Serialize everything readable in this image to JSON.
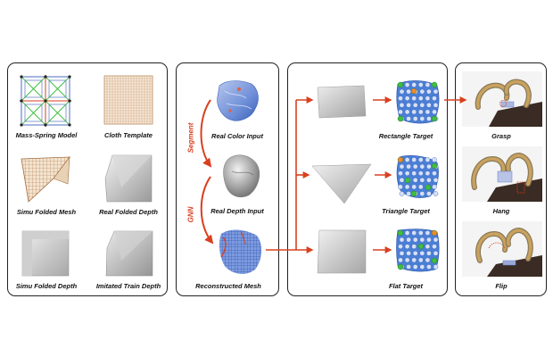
{
  "panel1": {
    "mass_spring_model": "Mass-Spring Model",
    "cloth_template": "Cloth Template",
    "simu_folded_mesh": "Simu Folded Mesh",
    "real_folded_depth": "Real Folded Depth",
    "simu_folded_depth": "Simu Folded Depth",
    "imitated_train_depth": "Imitated Train Depth"
  },
  "panel2": {
    "real_color_input": "Real Color Input",
    "real_depth_input": "Real Depth Input",
    "reconstructed_mesh": "Reconstructed Mesh",
    "segment": "Segment",
    "gnn": "GNN"
  },
  "panel3": {
    "rectangle_target": "Rectangle Target",
    "triangle_target": "Triangle Target",
    "flat_target": "Flat Target"
  },
  "panel4": {
    "grasp": "Grasp",
    "hang": "Hang",
    "flip": "Flip"
  },
  "colors": {
    "arrow_red": "#d9401f",
    "mesh_blue": "#4a7fd6",
    "node_green": "#3fbf3f",
    "node_orange": "#f08a2a",
    "robot_tan": "#c9a25e"
  }
}
